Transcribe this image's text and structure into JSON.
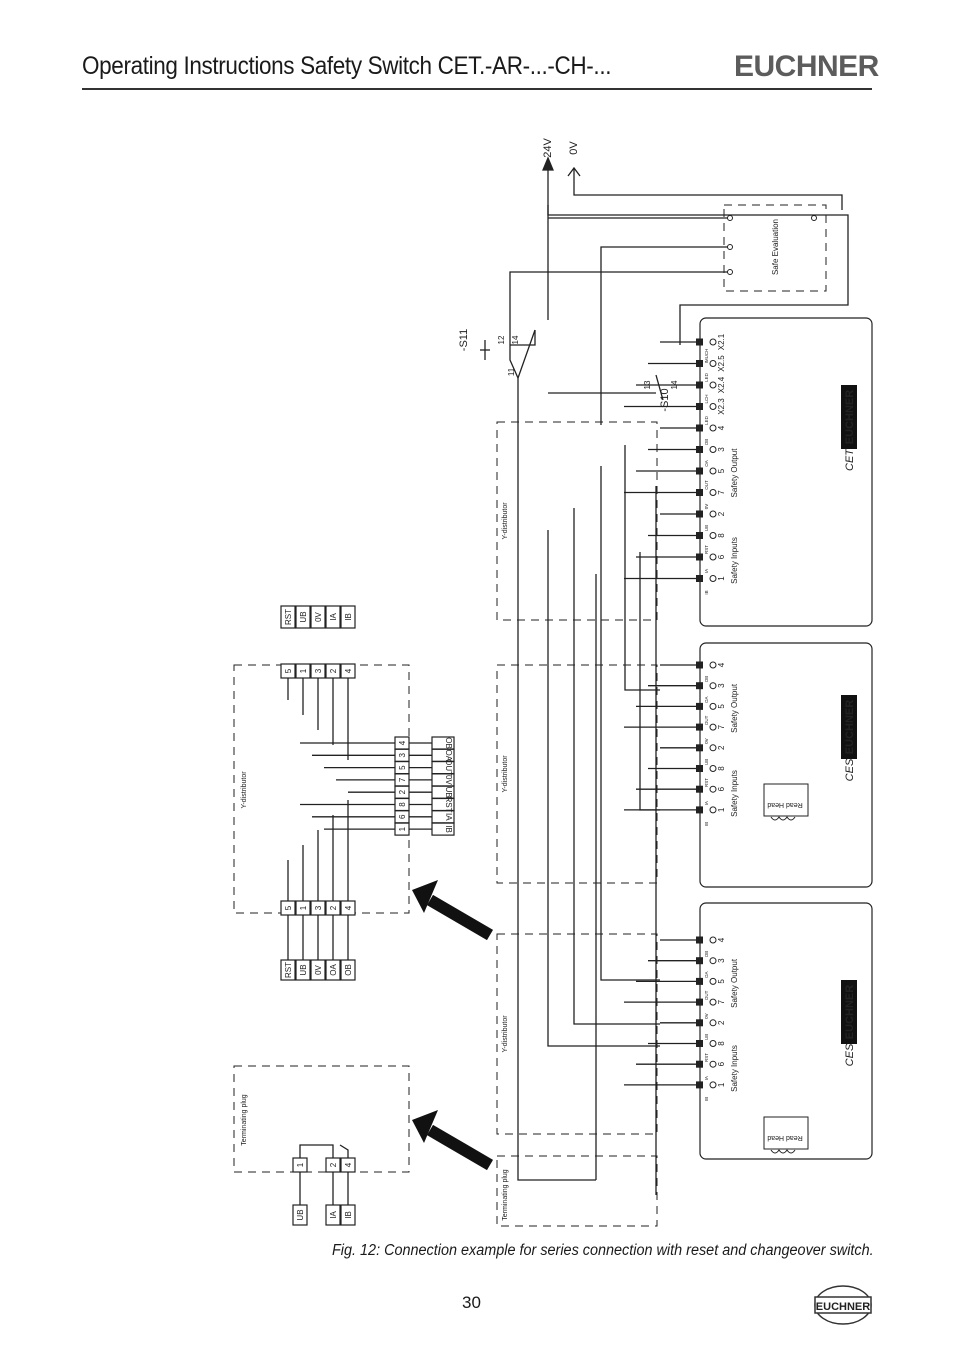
{
  "header": {
    "title": "Operating Instructions Safety Switch CET.-AR-...-CH-...",
    "brand": "EUCHNER"
  },
  "supply": {
    "pos": "24V",
    "neg": "0V"
  },
  "switches": {
    "reset": {
      "name": "-S11",
      "c11": "11",
      "c12": "12",
      "c14": "14"
    },
    "changeover": {
      "name": "-S10",
      "c13": "13",
      "c14": "14"
    }
  },
  "safe_evaluation": "Safe Evaluation",
  "devices": [
    {
      "name": "CET",
      "brand": "EUCHNER",
      "pins": [
        {
          "sig": "IB",
          "num": "1"
        },
        {
          "sig": "IA",
          "num": "6"
        },
        {
          "sig": "RST",
          "num": "8"
        },
        {
          "sig": "UB",
          "num": "2"
        },
        {
          "sig": "0V",
          "num": "7"
        },
        {
          "sig": "OUT",
          "num": "5"
        },
        {
          "sig": "OA",
          "num": "3"
        },
        {
          "sig": "OB",
          "num": "4"
        },
        {
          "sig": "LED",
          "num": "X2.3"
        },
        {
          "sig": "LCH",
          "num": "X2.4"
        },
        {
          "sig": "LED",
          "num": "X2.5"
        },
        {
          "sig": "IMUCH",
          "num": "X2.1"
        }
      ],
      "inputs_label": "Safety Inputs",
      "outputs_label": "Safety Output"
    },
    {
      "name": "CES",
      "brand": "EUCHNER",
      "pins": [
        {
          "sig": "IB",
          "num": "1"
        },
        {
          "sig": "IA",
          "num": "6"
        },
        {
          "sig": "RST",
          "num": "8"
        },
        {
          "sig": "UB",
          "num": "2"
        },
        {
          "sig": "0V",
          "num": "7"
        },
        {
          "sig": "OUT",
          "num": "5"
        },
        {
          "sig": "OA",
          "num": "3"
        },
        {
          "sig": "OB",
          "num": "4"
        }
      ],
      "inputs_label": "Safety Inputs",
      "outputs_label": "Safety Output",
      "read_head": "Read Head"
    },
    {
      "name": "CES",
      "brand": "EUCHNER",
      "pins": [
        {
          "sig": "IB",
          "num": "1"
        },
        {
          "sig": "IA",
          "num": "6"
        },
        {
          "sig": "RST",
          "num": "8"
        },
        {
          "sig": "UB",
          "num": "2"
        },
        {
          "sig": "0V",
          "num": "7"
        },
        {
          "sig": "OUT",
          "num": "5"
        },
        {
          "sig": "OA",
          "num": "3"
        },
        {
          "sig": "OB",
          "num": "4"
        }
      ],
      "inputs_label": "Safety Inputs",
      "outputs_label": "Safety Output",
      "read_head": "Read Head"
    }
  ],
  "y_distributor_label": "Y-distributor",
  "terminating_plug_label": "Terminating plug",
  "detail_y": {
    "top_pins": [
      {
        "num": "5",
        "sig": "RST"
      },
      {
        "num": "1",
        "sig": "UB"
      },
      {
        "num": "3",
        "sig": "0V"
      },
      {
        "num": "2",
        "sig": "IA"
      },
      {
        "num": "4",
        "sig": "IB"
      }
    ],
    "bottom_pins": [
      {
        "num": "5",
        "sig": "RST"
      },
      {
        "num": "1",
        "sig": "UB"
      },
      {
        "num": "3",
        "sig": "0V"
      },
      {
        "num": "2",
        "sig": "OA"
      },
      {
        "num": "4",
        "sig": "OB"
      }
    ],
    "device_pins": [
      {
        "num": "4",
        "sig": "OB"
      },
      {
        "num": "3",
        "sig": "OA"
      },
      {
        "num": "5",
        "sig": "OUT"
      },
      {
        "num": "7",
        "sig": "0V"
      },
      {
        "num": "2",
        "sig": "UB"
      },
      {
        "num": "8",
        "sig": "RST"
      },
      {
        "num": "6",
        "sig": "IA"
      },
      {
        "num": "1",
        "sig": "IB"
      }
    ]
  },
  "detail_term": {
    "pins": [
      {
        "num": "1",
        "sig": "UB"
      },
      {
        "num": "2",
        "sig": "IA"
      },
      {
        "num": "4",
        "sig": "IB"
      }
    ]
  },
  "caption": "Fig. 12: Connection example for series connection with reset and changeover switch.",
  "page_number": "30",
  "footer_logo": "EUCHNER"
}
